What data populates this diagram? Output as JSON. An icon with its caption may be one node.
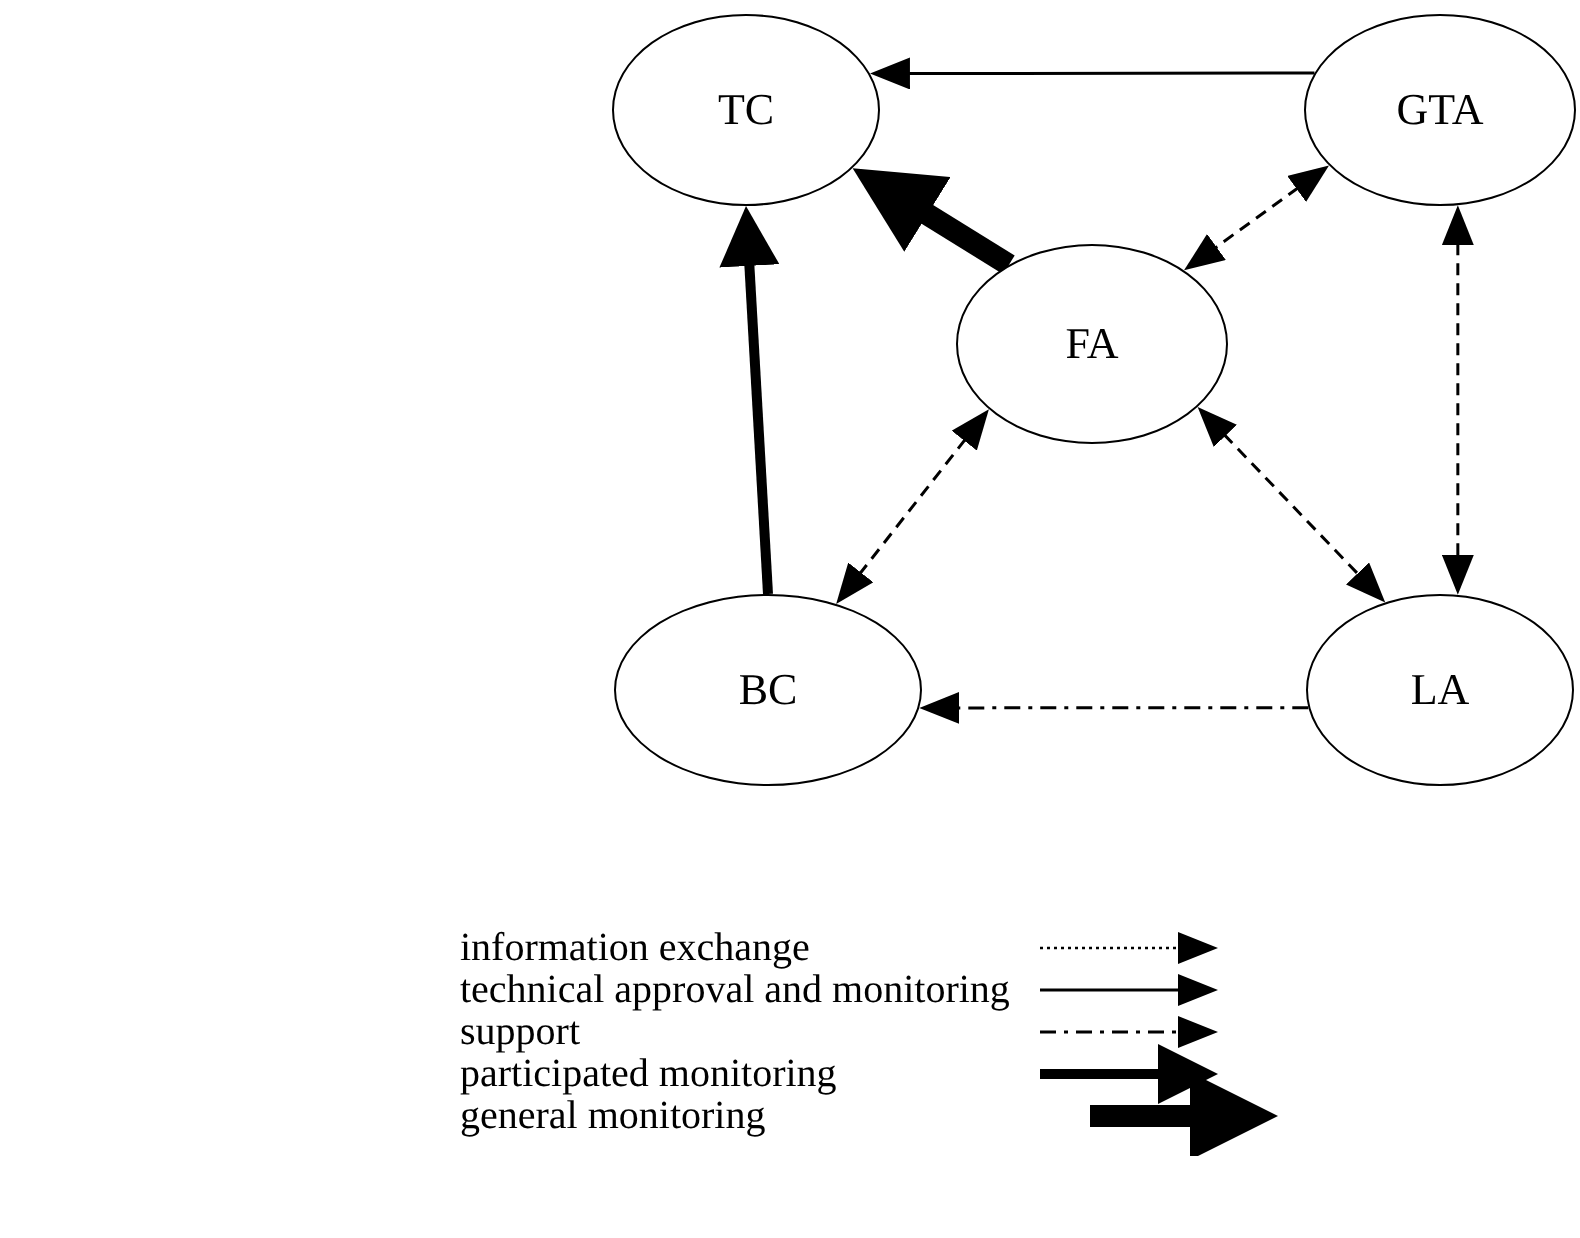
{
  "diagram": {
    "nodes": [
      {
        "text": [
          "TC"
        ]
      },
      {
        "text": [
          "GTA"
        ]
      },
      {
        "text": [
          "FA"
        ]
      },
      {
        "text": [
          "BC"
        ]
      },
      {
        "text": [
          "LA"
        ]
      }
    ],
    "edges": [
      {
        "from": 1,
        "to": 0,
        "arrow": "to"
      },
      {
        "from": 2,
        "to": 0,
        "arrow": "to",
        "style": "thick"
      },
      {
        "from": 3,
        "to": 0,
        "arrow": "to",
        "style": "thick"
      },
      {
        "from": 1,
        "to": 2,
        "arrow": "both",
        "style": "dashed"
      },
      {
        "from": 1,
        "to": 4,
        "arrow": "both",
        "style": "dashed"
      },
      {
        "from": 2,
        "to": 3,
        "arrow": "both",
        "style": "dashed"
      },
      {
        "from": 2,
        "to": 4,
        "arrow": "both",
        "style": "dashed"
      },
      {
        "from": 4,
        "to": 3,
        "arrow": "to",
        "style": "dashed"
      }
    ],
    "legend": [
      {
        "text": "information exchange"
      },
      {
        "text": "technical approval and monitoring"
      },
      {
        "text": "support"
      },
      {
        "text": "participated monitoring"
      },
      {
        "text": "general monitoring"
      }
    ]
  }
}
